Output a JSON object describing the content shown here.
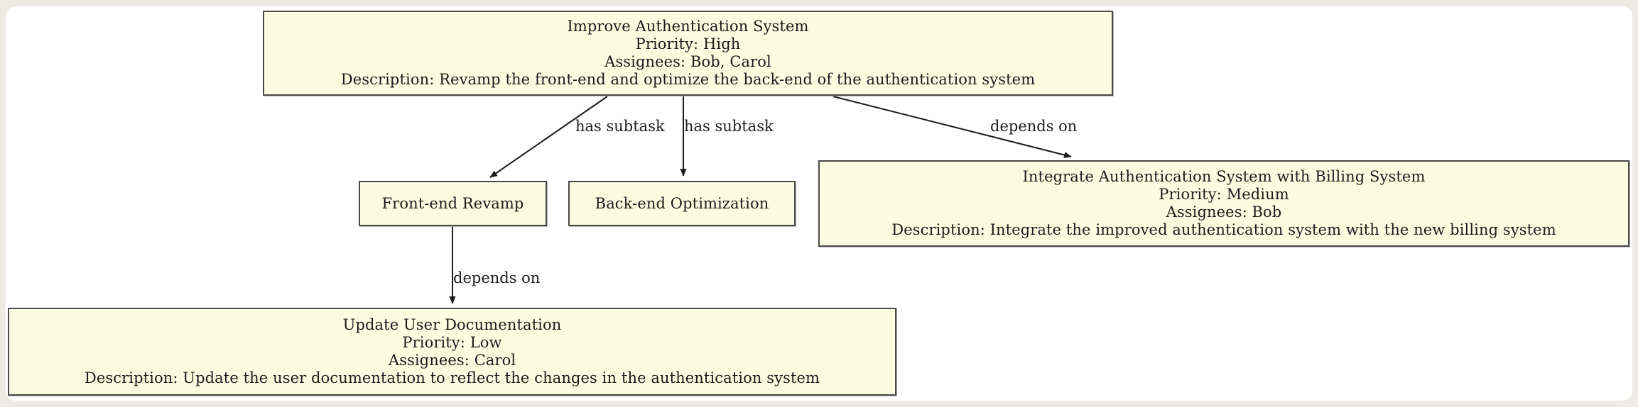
{
  "diagram": {
    "type": "task-dependency-graph",
    "background_color": "#eceae2",
    "paper_color": "#ffffff",
    "node_fill": "#fcfce0",
    "node_border": "#4a4a4a",
    "edge_color": "#1b1b1b",
    "text_color": "#1b1b1b"
  },
  "nodes": [
    {
      "id": "improve-auth",
      "title": "Improve Authentication System",
      "priority": "Priority: High",
      "assignees": "Assignees: Bob, Carol",
      "description": "Description: Revamp the front-end and optimize the back-end of the authentication system"
    },
    {
      "id": "frontend-revamp",
      "title": "Front-end Revamp"
    },
    {
      "id": "backend-optimize",
      "title": "Back-end Optimization"
    },
    {
      "id": "integrate-billing",
      "title": "Integrate Authentication System with Billing System",
      "priority": "Priority: Medium",
      "assignees": "Assignees: Bob",
      "description": "Description: Integrate the improved authentication system with the new billing system"
    },
    {
      "id": "update-docs",
      "title": "Update User Documentation",
      "priority": "Priority: Low",
      "assignees": "Assignees: Carol",
      "description": "Description: Update the user documentation to reflect the changes in the authentication system"
    }
  ],
  "edges": [
    {
      "id": "e1",
      "from": "improve-auth",
      "to": "frontend-revamp",
      "label": "has subtask"
    },
    {
      "id": "e2",
      "from": "improve-auth",
      "to": "backend-optimize",
      "label": "has subtask"
    },
    {
      "id": "e3",
      "from": "improve-auth",
      "to": "integrate-billing",
      "label": "depends on"
    },
    {
      "id": "e4",
      "from": "frontend-revamp",
      "to": "update-docs",
      "label": "depends on"
    }
  ]
}
